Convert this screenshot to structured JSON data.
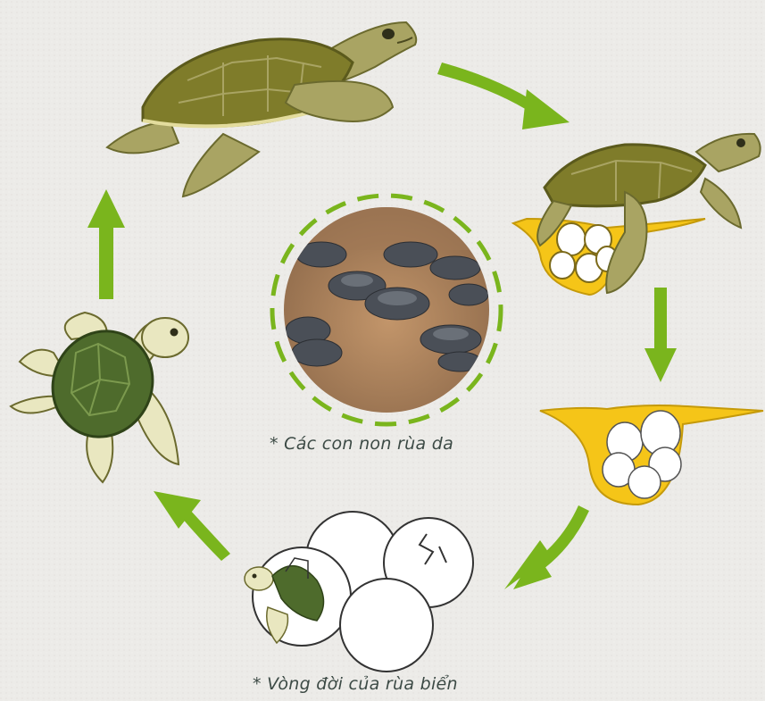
{
  "diagram": {
    "title_caption": "* Vòng đời của rùa biển",
    "photo_caption": "* Các con non rùa da",
    "colors": {
      "background": "#ecebe8",
      "arrow": "#7ab51d",
      "adult_skin": "#a9a463",
      "adult_shell": "#7f7c2a",
      "juvenile_shell": "#4e6b2c",
      "juvenile_skin": "#e9e7c0",
      "nest": "#f5c518",
      "egg": "#ffffff",
      "photo_ring": "#7ab51d"
    },
    "icons": [
      "adult-turtle-icon",
      "nesting-turtle-icon",
      "egg-nest-icon",
      "hatching-eggs-icon",
      "juvenile-turtle-icon",
      "hatchlings-photo"
    ]
  }
}
